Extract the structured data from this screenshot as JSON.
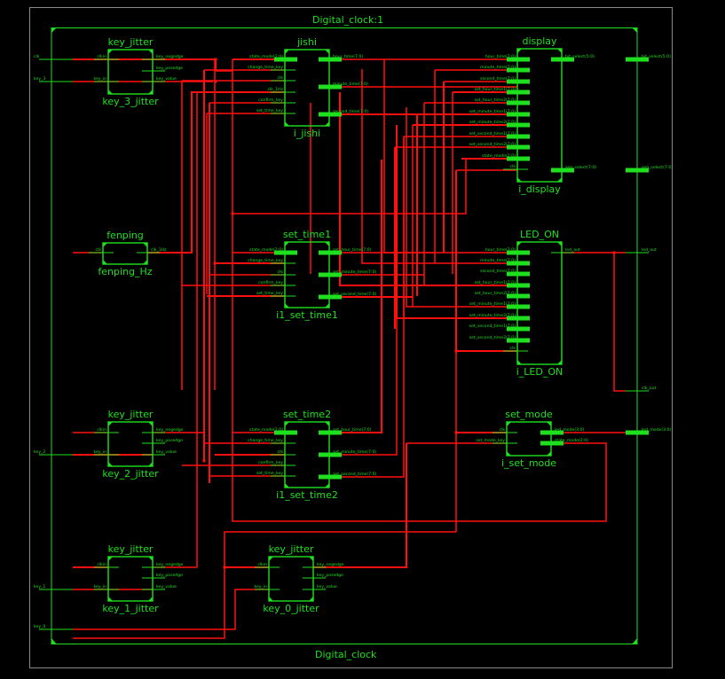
{
  "top_instance": "Digital_clock:1",
  "top_module": "Digital_clock",
  "colors": {
    "background": "#000000",
    "cell": "#1fe01f",
    "net": "#ff1010",
    "border": "#8a8a8a"
  },
  "top_ports": {
    "inputs": [
      "clk",
      "key_3",
      "key_2",
      "key_1",
      "key_0"
    ],
    "outputs": [
      "bit_select(5:0)",
      "seg_select(7:0)",
      "led_out",
      "clk_out",
      "led_mode(3:0)"
    ]
  },
  "instances": [
    {
      "id": "key3",
      "module": "key_jitter",
      "instance": "key_3_jitter",
      "inputs": [
        "clkin",
        "key_in"
      ],
      "outputs": [
        "key_negedge",
        "key_posedge",
        "key_value"
      ]
    },
    {
      "id": "jishi",
      "module": "jishi",
      "instance": "i_jishi",
      "inputs": [
        "state_mode(2:0)",
        "change_time_key",
        "clk",
        "clk_1Hz",
        "confirm_key",
        "set_time_key"
      ],
      "outputs": [
        "hour_time(7:0)",
        "minute_time(7:0)",
        "second_time(7:0)"
      ]
    },
    {
      "id": "display",
      "module": "display",
      "instance": "i_display",
      "inputs": [
        "hour_time(7:0)",
        "minute_time(7:0)",
        "second_time(7:0)",
        "set_hour_time1(7:0)",
        "set_hour_time2(7:0)",
        "set_minute_time1(7:0)",
        "set_minute_time2(7:0)",
        "set_second_time1(7:0)",
        "set_second_time2(7:0)",
        "state_mode(2:0)",
        "clk"
      ],
      "outputs": [
        "bit_select(5:0)",
        "seg_select(7:0)"
      ]
    },
    {
      "id": "fenping",
      "module": "fenping",
      "instance": "fenping_Hz",
      "inputs": [
        "clk"
      ],
      "outputs": [
        "clk_1Hz"
      ]
    },
    {
      "id": "set_time1",
      "module": "set_time1",
      "instance": "i1_set_time1",
      "inputs": [
        "state_mode(2:0)",
        "change_time_key",
        "clk",
        "confirm_key",
        "set_time_key"
      ],
      "outputs": [
        "set_hour_time(7:0)",
        "set_minute_time(7:0)",
        "set_second_time(7:0)"
      ]
    },
    {
      "id": "led_on",
      "module": "LED_ON",
      "instance": "i_LED_ON",
      "inputs": [
        "hour_time(7:0)",
        "minute_time(7:0)",
        "second_time(7:0)",
        "set_hour_time1(7:0)",
        "set_hour_time2(7:0)",
        "set_minute_time1(7:0)",
        "set_minute_time2(7:0)",
        "set_second_time1(7:0)",
        "set_second_time2(7:0)",
        "clk"
      ],
      "outputs": [
        "led_out"
      ]
    },
    {
      "id": "key2",
      "module": "key_jitter",
      "instance": "key_2_jitter",
      "inputs": [
        "clkin",
        "key_in"
      ],
      "outputs": [
        "key_negedge",
        "key_posedge",
        "key_value"
      ]
    },
    {
      "id": "set_time2",
      "module": "set_time2",
      "instance": "i1_set_time2",
      "inputs": [
        "state_mode(2:0)",
        "change_time_key",
        "clk",
        "confirm_key",
        "set_time_key"
      ],
      "outputs": [
        "set_hour_time(7:0)",
        "set_minute_time(7:0)",
        "set_second_time(7:0)"
      ]
    },
    {
      "id": "set_mode",
      "module": "set_mode",
      "instance": "i_set_mode",
      "inputs": [
        "clk",
        "set_mode_key"
      ],
      "outputs": [
        "led_mode(3:0)",
        "state_mode(2:0)"
      ]
    },
    {
      "id": "key1",
      "module": "key_jitter",
      "instance": "key_1_jitter",
      "inputs": [
        "clkin",
        "key_in"
      ],
      "outputs": [
        "key_negedge",
        "key_posedge",
        "key_value"
      ]
    },
    {
      "id": "key0",
      "module": "key_jitter",
      "instance": "key_0_jitter",
      "inputs": [
        "clkin",
        "key_in"
      ],
      "outputs": [
        "key_negedge",
        "key_posedge",
        "key_value"
      ]
    }
  ]
}
